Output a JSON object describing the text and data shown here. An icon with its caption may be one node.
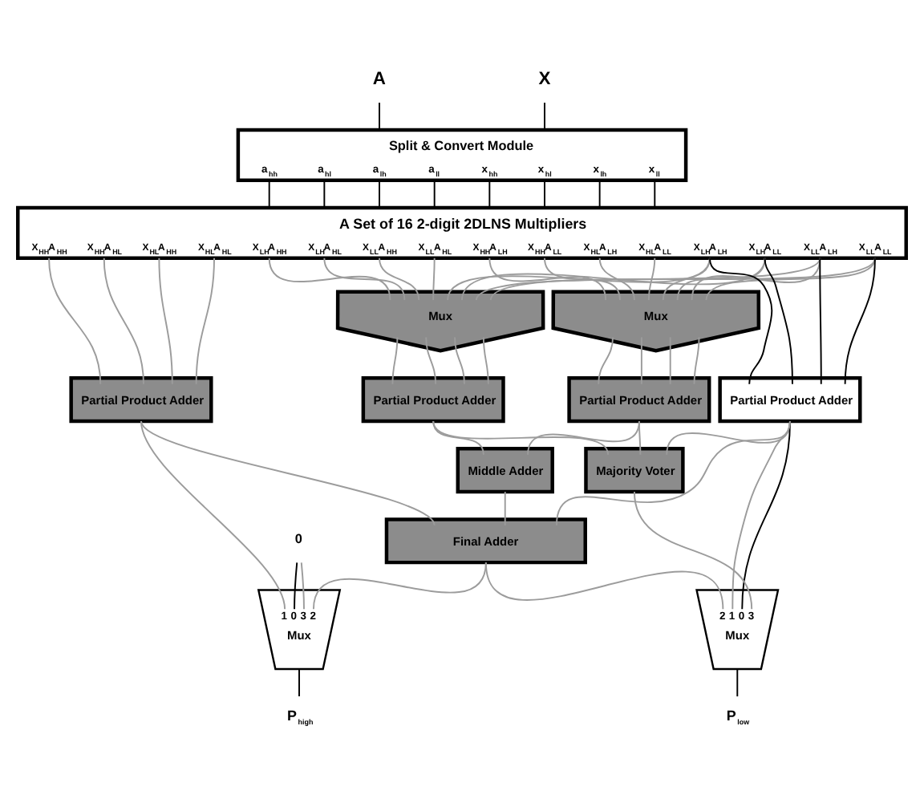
{
  "diagram": {
    "nodes": [
      {
        "text": [
          "A"
        ]
      },
      {
        "text": [
          "X"
        ]
      },
      {
        "text": [
          "Split & Convert Module",
          "a$_{hh}$",
          "a$_{hl}$",
          "a$_{lh}$",
          "a$_{ll}$",
          "x$_{hh}$",
          "x$_{hl}$",
          "x$_{lh}$",
          "x$_{ll}$"
        ]
      },
      {
        "text": [
          "A Set of 16 2-digit 2DLNS Multipliers",
          "X$_{HH}$A$_{HH}$",
          "X$_{HH}$A$_{HL}$",
          "X$_{HL}$A$_{HH}$",
          "X$_{HL}$A$_{HL}$",
          "X$_{LH}$A$_{HH}$",
          "X$_{LH}$A$_{HL}$",
          "X$_{LL}$A$_{HH}$",
          "X$_{LL}$A$_{HL}$",
          "X$_{HH}$A$_{LH}$",
          "X$_{HH}$A$_{LL}$",
          "X$_{HL}$A$_{LH}$",
          "X$_{HL}$A$_{LL}$",
          "X$_{LH}$A$_{LH}$",
          "X$_{LH}$A$_{LL}$",
          "X$_{LL}$A$_{LH}$",
          "X$_{LL}$A$_{LL}$"
        ]
      },
      {
        "text": [
          "Mux"
        ]
      },
      {
        "text": [
          "Mux"
        ]
      },
      {
        "text": [
          "Partial Product Adder"
        ]
      },
      {
        "text": [
          "Partial Product Adder"
        ]
      },
      {
        "text": [
          "Partial Product Adder"
        ]
      },
      {
        "text": [
          "Partial Product Adder"
        ]
      },
      {
        "text": [
          "Middle Adder"
        ]
      },
      {
        "text": [
          "Majority Voter"
        ]
      },
      {
        "text": [
          "Final Adder"
        ]
      },
      {
        "text": [
          "0"
        ]
      },
      {
        "text": [
          "1",
          "0",
          "3",
          "2",
          "Mux"
        ]
      },
      {
        "text": [
          "2",
          "1",
          "0",
          "3",
          "Mux"
        ]
      },
      {
        "text": [
          "P$_{high}$"
        ]
      },
      {
        "text": [
          "P$_{low}$"
        ]
      }
    ],
    "edges": [
      {
        "from": 0,
        "to": 2,
        "arrow": "none",
        "color": "#000000"
      },
      {
        "from": 1,
        "to": 2,
        "arrow": "none",
        "color": "#000000"
      },
      {
        "from": 2,
        "to": 3,
        "arrow": "none",
        "color": "#000000"
      },
      {
        "from": 2,
        "to": 3,
        "arrow": "none",
        "color": "#000000"
      },
      {
        "from": 2,
        "to": 3,
        "arrow": "none",
        "color": "#000000"
      },
      {
        "from": 2,
        "to": 3,
        "arrow": "none",
        "color": "#000000"
      },
      {
        "from": 2,
        "to": 3,
        "arrow": "none",
        "color": "#000000"
      },
      {
        "from": 2,
        "to": 3,
        "arrow": "none",
        "color": "#000000"
      },
      {
        "from": 2,
        "to": 3,
        "arrow": "none",
        "color": "#000000"
      },
      {
        "from": 2,
        "to": 3,
        "arrow": "none",
        "color": "#000000"
      },
      {
        "from": 3,
        "to": 6,
        "arrow": "none"
      },
      {
        "from": 3,
        "to": 6,
        "arrow": "none"
      },
      {
        "from": 3,
        "to": 6,
        "arrow": "none"
      },
      {
        "from": 3,
        "to": 6,
        "arrow": "none"
      },
      {
        "from": 3,
        "to": 4,
        "arrow": "none"
      },
      {
        "from": 3,
        "to": 4,
        "arrow": "none"
      },
      {
        "from": 3,
        "to": 4,
        "arrow": "none"
      },
      {
        "from": 3,
        "to": 4,
        "arrow": "none"
      },
      {
        "from": 3,
        "to": 5,
        "arrow": "none"
      },
      {
        "from": 3,
        "to": 5,
        "arrow": "none"
      },
      {
        "from": 3,
        "to": 5,
        "arrow": "none"
      },
      {
        "from": 3,
        "to": 5,
        "arrow": "none"
      },
      {
        "from": 3,
        "to": 9,
        "arrow": "none",
        "color": "#000000"
      },
      {
        "from": 3,
        "to": 9,
        "arrow": "none",
        "color": "#000000"
      },
      {
        "from": 3,
        "to": 9,
        "arrow": "none",
        "color": "#000000"
      },
      {
        "from": 3,
        "to": 9,
        "arrow": "none",
        "color": "#000000"
      },
      {
        "from": 3,
        "to": 4,
        "arrow": "none"
      },
      {
        "from": 3,
        "to": 4,
        "arrow": "none"
      },
      {
        "from": 3,
        "to": 4,
        "arrow": "none"
      },
      {
        "from": 3,
        "to": 4,
        "arrow": "none"
      },
      {
        "from": 3,
        "to": 5,
        "arrow": "none"
      },
      {
        "from": 3,
        "to": 5,
        "arrow": "none"
      },
      {
        "from": 3,
        "to": 5,
        "arrow": "none"
      },
      {
        "from": 3,
        "to": 5,
        "arrow": "none"
      },
      {
        "from": 4,
        "to": 7,
        "arrow": "none"
      },
      {
        "from": 4,
        "to": 7,
        "arrow": "none"
      },
      {
        "from": 4,
        "to": 7,
        "arrow": "none"
      },
      {
        "from": 4,
        "to": 7,
        "arrow": "none"
      },
      {
        "from": 5,
        "to": 8,
        "arrow": "none"
      },
      {
        "from": 5,
        "to": 8,
        "arrow": "none"
      },
      {
        "from": 5,
        "to": 8,
        "arrow": "none"
      },
      {
        "from": 5,
        "to": 8,
        "arrow": "none"
      },
      {
        "from": 6,
        "to": 12,
        "arrow": "none"
      },
      {
        "from": 6,
        "to": 14,
        "arrow": "none"
      },
      {
        "from": 7,
        "to": 10,
        "arrow": "none"
      },
      {
        "from": 7,
        "to": 11,
        "arrow": "none"
      },
      {
        "from": 8,
        "to": 10,
        "arrow": "none"
      },
      {
        "from": 8,
        "to": 11,
        "arrow": "none"
      },
      {
        "from": 9,
        "to": 11,
        "arrow": "none"
      },
      {
        "from": 9,
        "to": 12,
        "arrow": "none"
      },
      {
        "from": 9,
        "to": 15,
        "arrow": "none",
        "color": "#000000"
      },
      {
        "from": 9,
        "to": 15,
        "arrow": "none"
      },
      {
        "from": 10,
        "to": 12,
        "arrow": "none"
      },
      {
        "from": 11,
        "to": 15,
        "arrow": "none"
      },
      {
        "from": 12,
        "to": 14,
        "arrow": "none"
      },
      {
        "from": 12,
        "to": 15,
        "arrow": "none"
      },
      {
        "from": 13,
        "to": 14,
        "arrow": "none",
        "color": "#000000"
      },
      {
        "from": 13,
        "to": 14,
        "arrow": "none"
      },
      {
        "from": 14,
        "to": 16,
        "arrow": "none",
        "color": "#000000"
      },
      {
        "from": 15,
        "to": 17,
        "arrow": "none",
        "color": "#000000"
      }
    ]
  }
}
